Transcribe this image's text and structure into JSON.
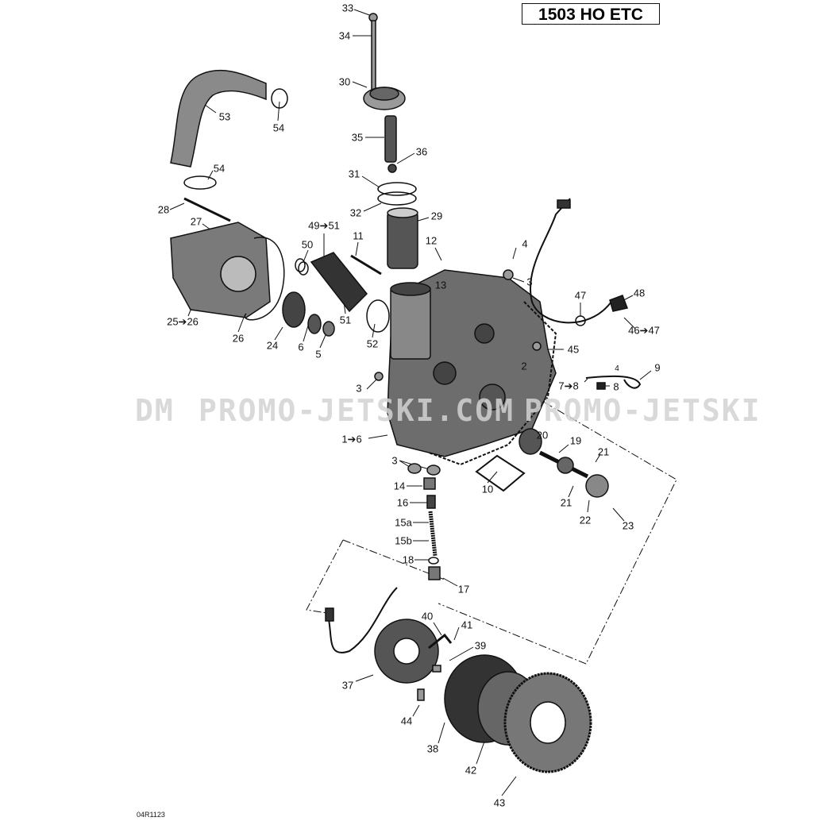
{
  "title": "1503 HO ETC",
  "diagram_code": "04R1123",
  "watermark": [
    "DM",
    "PROMO-JETSKI.COM",
    "PROMO-JETSKI"
  ],
  "colors": {
    "ink": "#111111",
    "part_fill": "#9a9a9a",
    "watermark": "#d3d3d3"
  },
  "callouts": [
    "33",
    "34",
    "30",
    "35",
    "36",
    "31",
    "32",
    "29",
    "53",
    "54",
    "54",
    "28",
    "27",
    "50",
    "49➔51",
    "11",
    "12",
    "4",
    "13",
    "3",
    "47",
    "48",
    "46➔47",
    "45",
    "2",
    "9",
    "4",
    "7➔8",
    "8",
    "25➔26",
    "26",
    "24",
    "6",
    "5",
    "51",
    "52",
    "3",
    "1➔6",
    "20",
    "19",
    "21",
    "21",
    "22",
    "23",
    "3",
    "10",
    "14",
    "16",
    "15a",
    "15b",
    "18",
    "17",
    "40",
    "41",
    "39",
    "37",
    "44",
    "38",
    "42",
    "43"
  ]
}
